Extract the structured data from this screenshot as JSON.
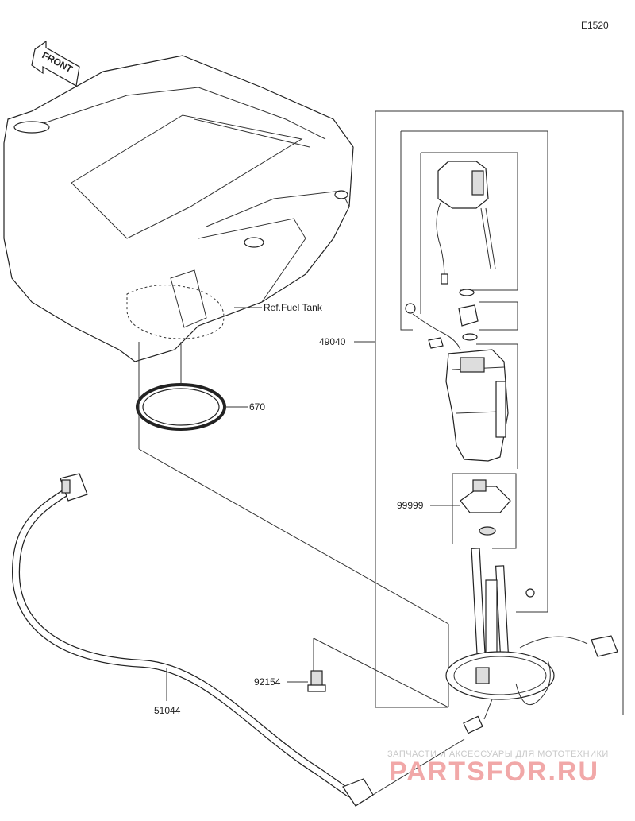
{
  "diagram_code": "E1520",
  "direction_label": "FRONT",
  "reference_label": "Ref.Fuel Tank",
  "callouts": {
    "gasket": "670",
    "pump_assembly": "49040",
    "bracket": "99999",
    "bolt": "92154",
    "hose": "51044"
  },
  "watermark": {
    "tagline": "ЗАПЧАСТИ И АКСЕССУАРЫ ДЛЯ МОТОТЕХНИКИ",
    "brand": "PARTSFOR.RU"
  }
}
